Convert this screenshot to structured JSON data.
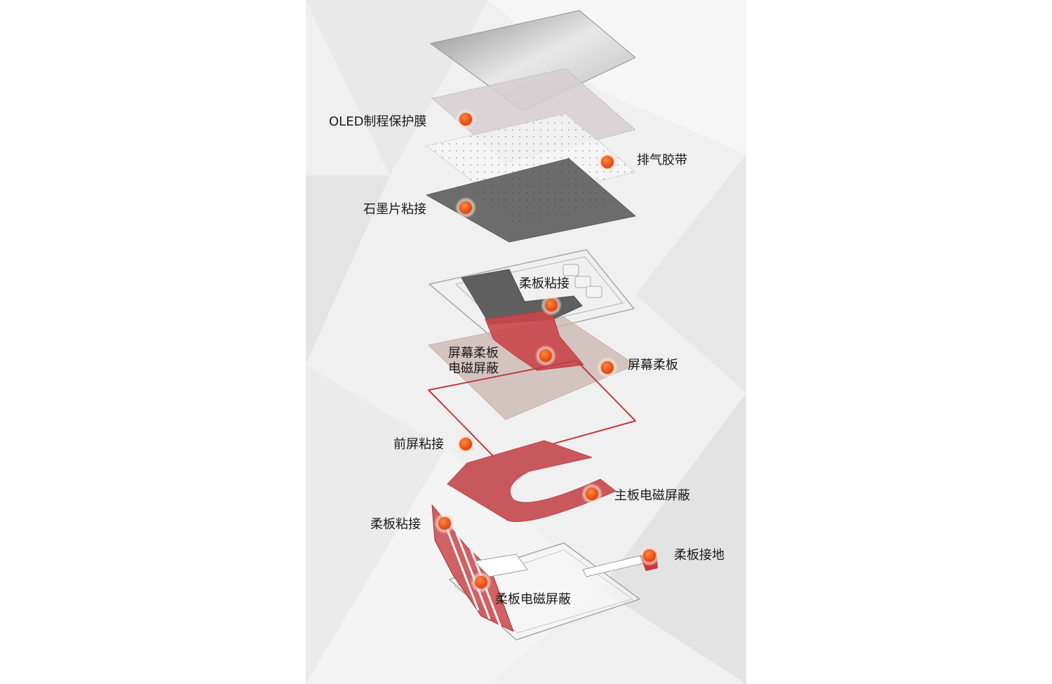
{
  "colors": {
    "accent": "#c94d50",
    "marker": "#e8501a",
    "graphite": "#6c6c6c",
    "panel_bg": "#efefef"
  },
  "labels": {
    "oled_film": "OLED制程保护膜",
    "vent_tape": "排气胶带",
    "graphite_adhesive": "石墨片粘接",
    "flex_adhesive_top": "柔板粘接",
    "screen_flex_shield_line1": "屏幕柔板",
    "screen_flex_shield_line2": "电磁屏蔽",
    "screen_flex": "屏幕柔板",
    "front_screen_adhesive": "前屏粘接",
    "mainboard_shield": "主板电磁屏蔽",
    "flex_adhesive_bottom": "柔板粘接",
    "flex_ground": "柔板接地",
    "flex_shield": "柔板电磁屏蔽"
  }
}
